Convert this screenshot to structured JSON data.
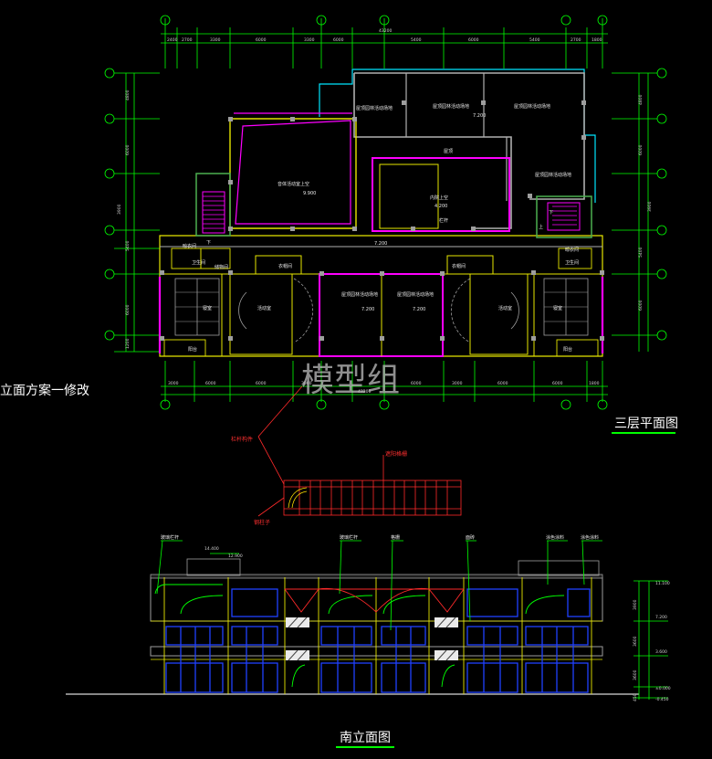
{
  "drawing": {
    "side_note": "立面方案一修改",
    "watermark": "模型组",
    "plan": {
      "title": "三层平面图",
      "top_total": "43200",
      "top_dims": [
        "2400",
        "2700",
        "3300",
        "6000",
        "3300",
        "6000",
        "5400",
        "6000",
        "5400",
        "2700",
        "1800"
      ],
      "bottom_total": "43200",
      "bottom_dims": [
        "3000",
        "6000",
        "6000",
        "3000",
        "6000",
        "3000",
        "6000",
        "6000",
        "1800"
      ],
      "left_dims": [
        "4800",
        "6000",
        "3900",
        "5400",
        "6000",
        "1200"
      ],
      "right_dims": [
        "4800",
        "6000",
        "3900",
        "5400",
        "6000"
      ],
      "rooms": {
        "roof_garden_1": "屋顶园林活动场地",
        "roof_garden_2": "屋顶园林活动场地",
        "roof_garden_3": "屋顶园林活动场地",
        "roof_garden_4": "屋顶园林活动场地",
        "roof_center": "屋顶",
        "sports_upper": "音体活动室上空",
        "sports_level": "9.900",
        "atrium_upper": "内院上空",
        "atrium_level": "4.200",
        "covered_1": "屋顶园林活动场地",
        "covered_2": "屋顶园林活动场地",
        "covered_level_1": "7.200",
        "covered_level_2": "7.200",
        "railing": "栏杆",
        "corridor_level": "7.200",
        "stair_down_left": "下",
        "stair_down_right": "下",
        "stair_up_right": "上",
        "laundry_left": "晾衣间",
        "laundry_right": "晾衣间",
        "wc_left": "卫生间",
        "wc_right": "卫生间",
        "storage_left": "储物间",
        "coat_left": "衣帽间",
        "coat_right": "衣帽间",
        "bedroom_left": "寝室",
        "bedroom_right": "寝室",
        "activity_left": "活动室",
        "activity_right": "活动室",
        "balcony_left": "阳台",
        "balcony_right": "阳台",
        "roof_level": "7.200"
      }
    },
    "detail": {
      "label_1": "栏杆构件",
      "label_2": "遮阳格栅",
      "label_3": "钢柱子"
    },
    "elevation": {
      "title": "南立面图",
      "callouts": [
        "玻璃栏杆",
        "玻璃栏杆",
        "格栅",
        "面砖",
        "涂色涂料",
        "涂色涂料"
      ],
      "roof_level": "14.400",
      "parapet_level": "12.900",
      "right_levels": [
        "11.100",
        "7.200",
        "3.600",
        "±0.000",
        "-0.450"
      ],
      "right_dims": [
        "3900",
        "3600",
        "3600",
        "450"
      ]
    }
  }
}
